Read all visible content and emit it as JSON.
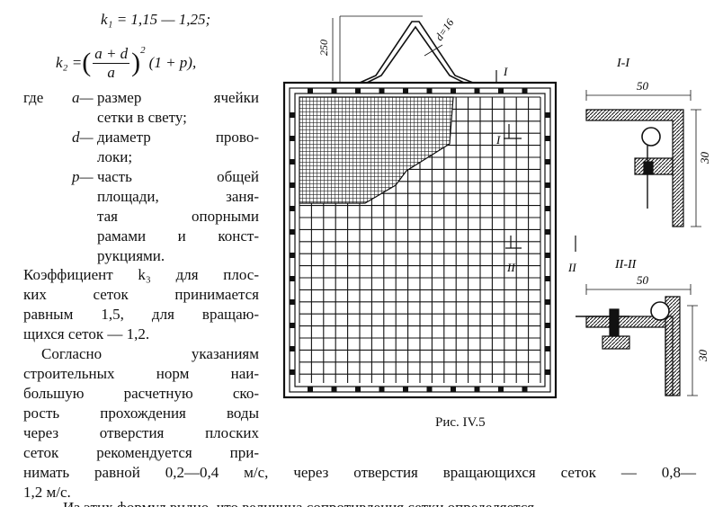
{
  "formulas": {
    "k1": "k₁ = 1,15 — 1,25;",
    "k2_lhs": "k₂ = ",
    "k2_num": "a + d",
    "k2_den": "a",
    "k2_exp": "2",
    "k2_rhs": "(1 + p),"
  },
  "definitions": {
    "where": "где",
    "items": [
      {
        "sym": "a—",
        "lines": [
          "размер ячейки",
          "сетки в свету;"
        ]
      },
      {
        "sym": "d—",
        "lines": [
          "диаметр прово-",
          "локи;"
        ]
      },
      {
        "sym": "p—",
        "lines": [
          "часть общей",
          "площади, заня-",
          "тая опорными",
          "рамами и конст-",
          "рукциями."
        ]
      }
    ]
  },
  "paragraphs": {
    "p1": [
      "Коэффициент k₃ для плос-",
      "ких сеток принимается",
      "равным 1,5, для вращаю-",
      "щихся сеток — 1,2."
    ],
    "p2": [
      "Согласно указаниям",
      "строительных норм наи-",
      "большую расчетную ско-",
      "рость прохождения воды",
      "через отверстия плоских",
      "сеток рекомендуется при-"
    ],
    "p2_full": [
      "нимать равной 0,2—0,4 м/с, через отверстия вращающихся сеток — 0,8—",
      "1,2 м/с."
    ],
    "cut_line": "Из этих формул видно, что величина сопротивления сетки определяется..."
  },
  "figure": {
    "caption": "Рис. IV.5",
    "dim_250": "250",
    "dim_d16": "d=16",
    "section_I": "I",
    "section_II": "II",
    "section_1_1": "I-I",
    "section_2_2": "II-II",
    "dim_50": "50",
    "dim_30": "30"
  }
}
